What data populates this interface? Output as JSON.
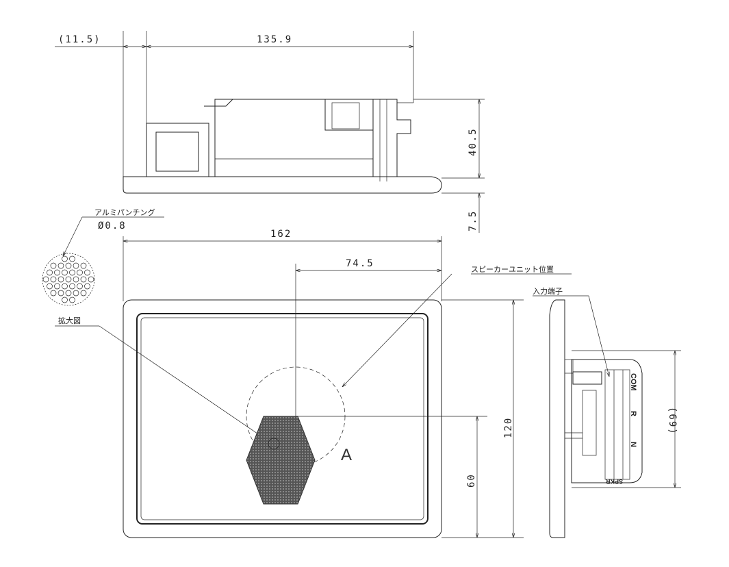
{
  "dimensions": {
    "overhang": "(11.5)",
    "depth_length": "135.9",
    "body_height": "40.5",
    "plate_thickness": "7.5",
    "width": "162",
    "speaker_offset_x": "74.5",
    "height": "120",
    "speaker_offset_y": "60",
    "side_unit_height": "(69)"
  },
  "labels": {
    "punching": "アルミパンチング",
    "hole_diameter": "Ø0.8",
    "enlarged_view": "拡大図",
    "speaker_position": "スピーカーユニット位置",
    "input_terminal": "入力端子",
    "detail_mark": "A"
  },
  "terminals": [
    "COM",
    "R",
    "N",
    "SPKR"
  ]
}
